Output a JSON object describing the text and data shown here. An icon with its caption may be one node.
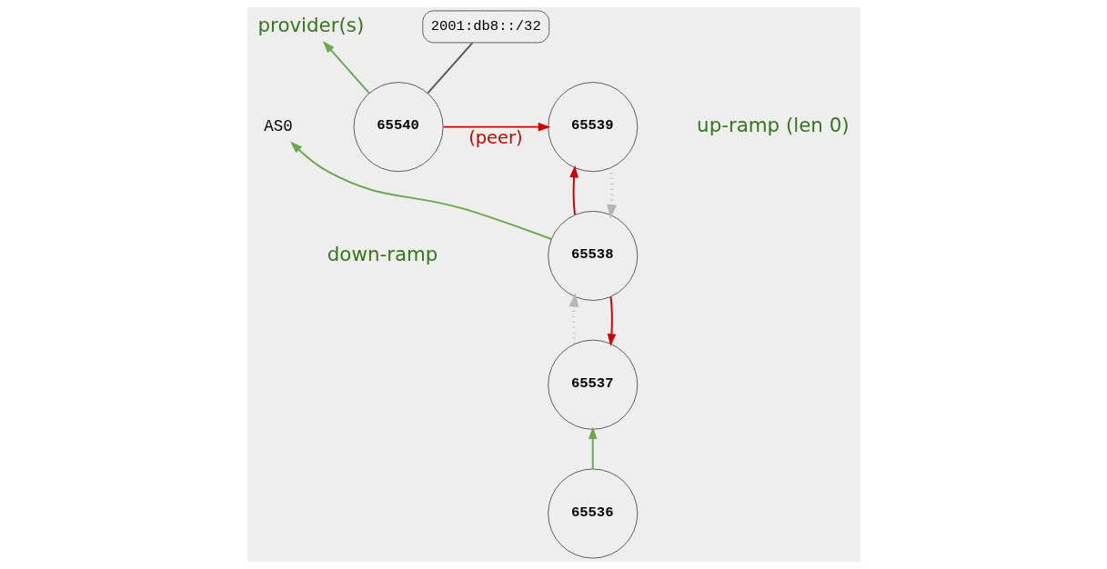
{
  "diagram": {
    "nodes": [
      {
        "text": [
          "65536"
        ]
      },
      {
        "text": [
          "65537"
        ]
      },
      {
        "text": [
          "65538"
        ]
      },
      {
        "text": [
          "AS0"
        ]
      },
      {
        "text": [
          "65539"
        ]
      },
      {
        "text": [
          "65540"
        ]
      },
      {
        "text": [
          "provider(s)"
        ]
      },
      {
        "text": [
          "2001:db8::/32"
        ]
      }
    ],
    "edges": [
      {
        "from": 0,
        "to": 1,
        "arrow": "to",
        "color": "#6aa84f"
      },
      {
        "from": 1,
        "to": 2,
        "arrow": "to",
        "style": "dashed",
        "color": "#b7b7b7"
      },
      {
        "from": 2,
        "to": 1,
        "arrow": "to",
        "color": "#cc0000"
      },
      {
        "from": 2,
        "to": 3,
        "arrow": "to",
        "color": "#6aa84f"
      },
      {
        "from": 2,
        "to": 4,
        "arrow": "to",
        "color": "#cc0000"
      },
      {
        "from": 4,
        "to": 2,
        "arrow": "to",
        "style": "dashed",
        "color": "#b7b7b7"
      },
      {
        "from": 5,
        "to": 4,
        "arrow": "to",
        "label": "(peer)",
        "color": "#cc0000"
      },
      {
        "from": 5,
        "to": 6,
        "arrow": "to",
        "color": "#6aa84f"
      },
      {
        "from": 5,
        "to": 7,
        "arrow": "none",
        "color": "#595959"
      }
    ],
    "labels": [
      "down-ramp",
      "up-ramp (len 0)"
    ]
  }
}
